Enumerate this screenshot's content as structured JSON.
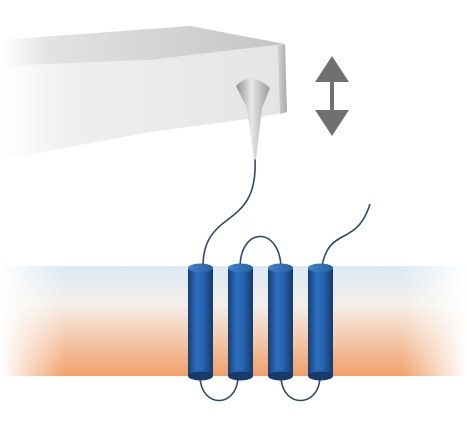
{
  "diagram": {
    "components": [
      "afm-cantilever",
      "afm-tip",
      "vertical-motion-arrow",
      "tether-linker",
      "lipid-membrane",
      "transmembrane-helices",
      "terminal-tail"
    ],
    "helix_count": 4,
    "colors": {
      "background": "#ffffff",
      "cantilever_light": "#f2f2f2",
      "cantilever_mid": "#d7d7d7",
      "cantilever_dark": "#a9a9a9",
      "arrow": "#707070",
      "helix": "#1f5ea8",
      "helix_highlight": "#3f82cf",
      "helix_shadow": "#163f72",
      "loop": "#2e4a6b",
      "membrane_top": "#dbe9f5",
      "membrane_bottom": "#f2a069"
    }
  }
}
